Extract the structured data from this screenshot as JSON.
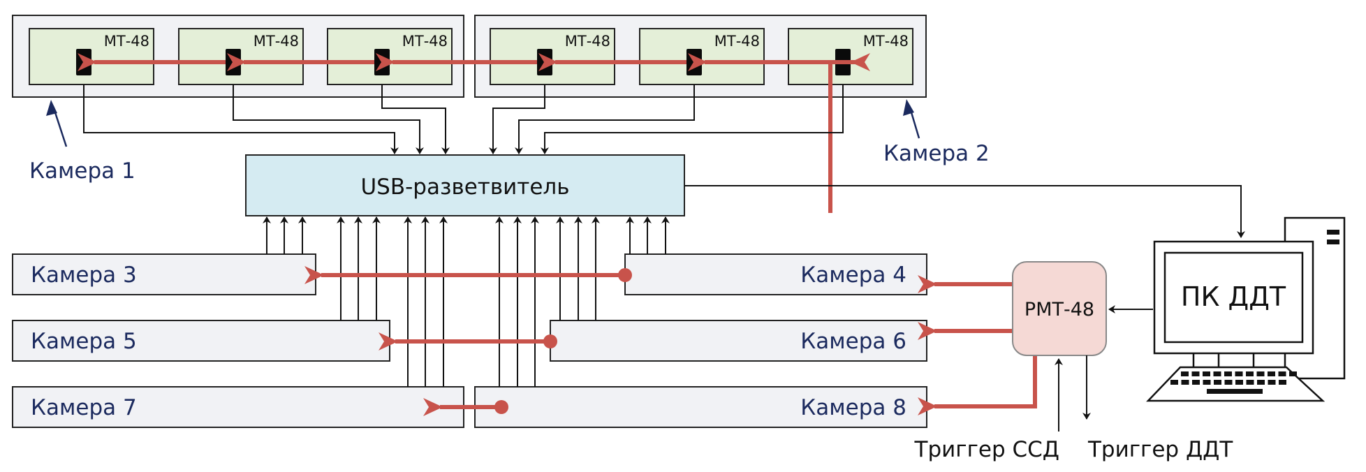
{
  "diagram": {
    "module_label": "МТ-48",
    "hub_label": "USB-разветвитель",
    "controller_label": "РМТ-48",
    "pc_label": "ПК ДДТ",
    "camera_labels": {
      "cam1": "Камера 1",
      "cam2": "Камера 2",
      "cam3": "Камера 3",
      "cam4": "Камера 4",
      "cam5": "Камера 5",
      "cam6": "Камера 6",
      "cam7": "Камера 7",
      "cam8": "Камера 8"
    },
    "trigger_in_label": "Триггер ССД",
    "trigger_out_label": "Триггер ДДТ",
    "colors": {
      "sync_line": "#c8534b",
      "camera_fill": "#f1f2f5",
      "module_fill": "#e4efd8",
      "hub_fill": "#d5ebf2",
      "controller_fill": "#f5d9d5",
      "camera_text": "#1b2a5e",
      "line": "#111111"
    }
  }
}
